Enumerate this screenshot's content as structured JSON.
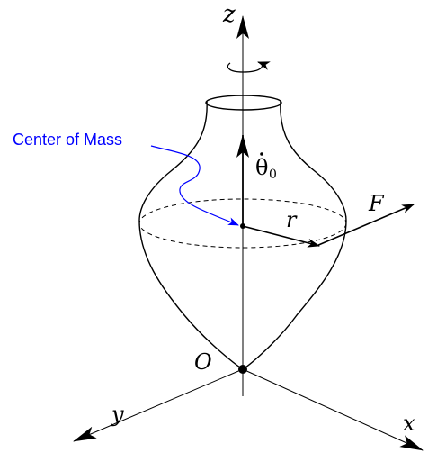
{
  "labels": {
    "z_axis": "z",
    "x_axis": "x",
    "y_axis": "y",
    "origin": "O",
    "force": "F",
    "radius": "r",
    "angular_velocity_symbol": "θ",
    "angular_velocity_subscript": "0",
    "center_of_mass": "Center of Mass"
  },
  "colors": {
    "lines": "#000000",
    "annotation": "#0000ff",
    "background": "#ffffff"
  },
  "icons": {
    "rotation": "circular-rotation-arrow-icon",
    "origin": "filled-dot-icon",
    "center": "filled-dot-icon"
  }
}
